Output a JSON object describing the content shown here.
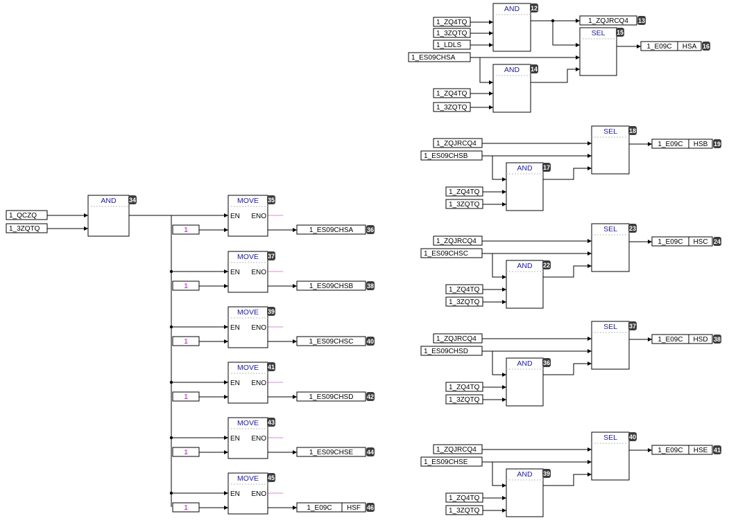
{
  "left": {
    "and_block": {
      "title": "AND",
      "num": "34",
      "inputs": [
        "1_QCZQ",
        "1_3ZQTQ"
      ]
    },
    "moves": [
      {
        "title": "MOVE",
        "num": "35",
        "en": "EN",
        "eno": "ENO",
        "const": "1",
        "out": "1_ES09CHSA",
        "out_num": "36"
      },
      {
        "title": "MOVE",
        "num": "37",
        "en": "EN",
        "eno": "ENO",
        "const": "1",
        "out": "1_ES09CHSB",
        "out_num": "38"
      },
      {
        "title": "MOVE",
        "num": "39",
        "en": "EN",
        "eno": "ENO",
        "const": "1",
        "out": "1_ES09CHSC",
        "out_num": "40"
      },
      {
        "title": "MOVE",
        "num": "41",
        "en": "EN",
        "eno": "ENO",
        "const": "1",
        "out": "1_ES09CHSD",
        "out_num": "42"
      },
      {
        "title": "MOVE",
        "num": "43",
        "en": "EN",
        "eno": "ENO",
        "const": "1",
        "out": "1_ES09CHSE",
        "out_num": "44"
      },
      {
        "title": "MOVE",
        "num": "45",
        "en": "EN",
        "eno": "ENO",
        "const": "1",
        "out": "1_E09C",
        "out_suffix": "HSF",
        "out_num": "46"
      }
    ]
  },
  "right": {
    "top": {
      "and1": {
        "title": "AND",
        "num": "12",
        "inputs": [
          "1_ZQ4TQ",
          "1_3ZQTQ",
          "1_LDLS"
        ]
      },
      "tap": {
        "label": "1_ZQJRCQ4",
        "num": "13"
      },
      "sel": {
        "title": "SEL",
        "num": "15"
      },
      "chs": "1_ES09CHSA",
      "and2": {
        "title": "AND",
        "num": "14",
        "inputs": [
          "1_ZQ4TQ",
          "1_3ZQTQ"
        ]
      },
      "out": {
        "label": "1_E09C",
        "suffix": "HSA",
        "num": "16"
      }
    },
    "groups": [
      {
        "zq": "1_ZQJRCQ4",
        "chs": "1_ES09CHSB",
        "sel_title": "SEL",
        "sel_num": "18",
        "and_title": "AND",
        "and_num": "17",
        "and_inputs": [
          "1_ZQ4TQ",
          "1_3ZQTQ"
        ],
        "out": "1_E09C",
        "suffix": "HSB",
        "out_num": "19"
      },
      {
        "zq": "1_ZQJRCQ4",
        "chs": "1_ES09CHSC",
        "sel_title": "SEL",
        "sel_num": "23",
        "and_title": "AND",
        "and_num": "22",
        "and_inputs": [
          "1_ZQ4TQ",
          "1_3ZQTQ"
        ],
        "out": "1_E09C",
        "suffix": "HSC",
        "out_num": "24"
      },
      {
        "zq": "1_ZQJRCQ4",
        "chs": "1_ES09CHSD",
        "sel_title": "SEL",
        "sel_num": "37",
        "and_title": "AND",
        "and_num": "36",
        "and_inputs": [
          "1_ZQ4TQ",
          "1_3ZQTQ"
        ],
        "out": "1_E09C",
        "suffix": "HSD",
        "out_num": "38"
      },
      {
        "zq": "1_ZQJRCQ4",
        "chs": "1_ES09CHSE",
        "sel_title": "SEL",
        "sel_num": "40",
        "and_title": "AND",
        "and_num": "39",
        "and_inputs": [
          "1_ZQ4TQ",
          "1_3ZQTQ"
        ],
        "out": "1_E09C",
        "suffix": "HSE",
        "out_num": "41"
      }
    ]
  }
}
